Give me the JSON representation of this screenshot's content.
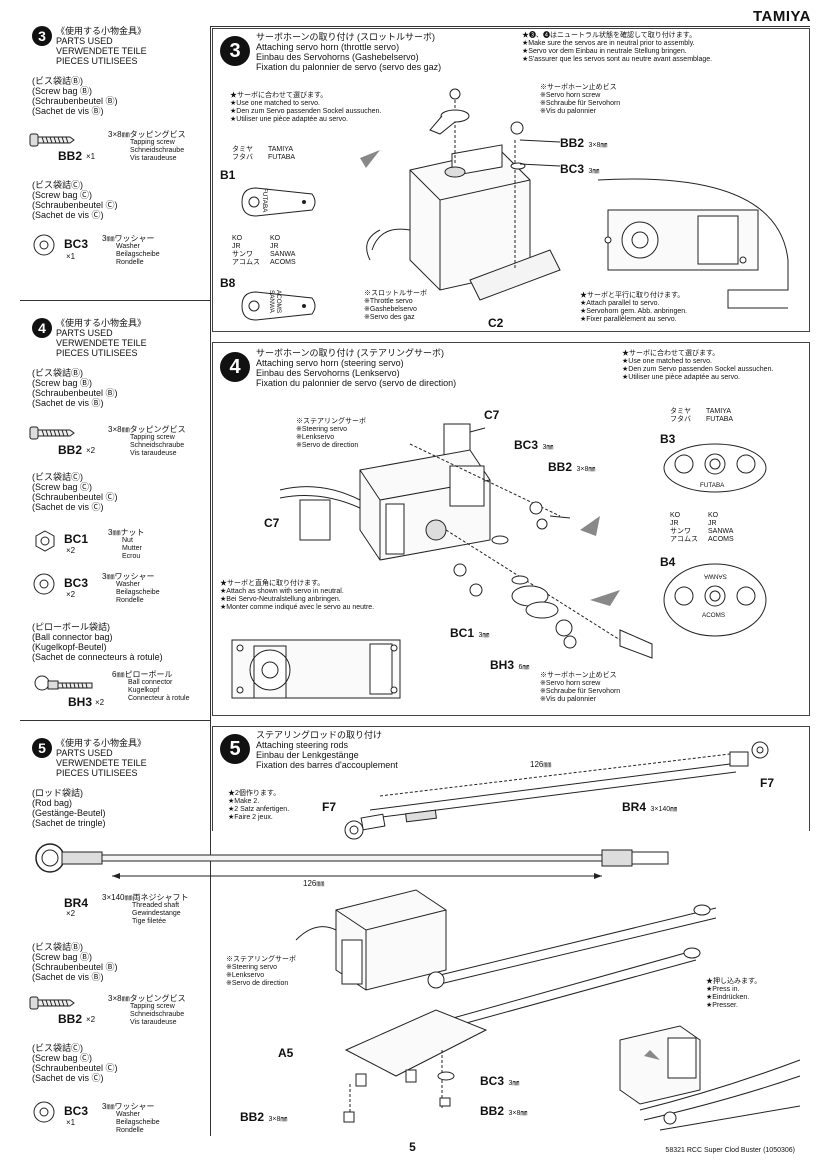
{
  "brand": "TAMIYA",
  "page_number": "5",
  "footer": "58321 RCC Super Clod Buster (1050306)",
  "left": {
    "s3": {
      "num": "3",
      "title_jp": "《使用する小物金具》",
      "titles": [
        "PARTS USED",
        "VERWENDETE TEILE",
        "PIECES UTILISEES"
      ],
      "bag1": [
        "(ビス袋詰Ⓑ)",
        "(Screw bag Ⓑ)",
        "(Schraubenbeutel Ⓑ)",
        "(Sachet de vis Ⓑ)"
      ],
      "p1": {
        "code": "BB2",
        "qty": "×1",
        "desc": [
          "3×8㎜タッピングビス",
          "Tapping screw",
          "Schneidschraube",
          "Vis taraudeuse"
        ]
      },
      "bag2": [
        "(ビス袋詰Ⓒ)",
        "(Screw bag Ⓒ)",
        "(Schraubenbeutel Ⓒ)",
        "(Sachet de vis Ⓒ)"
      ],
      "p2": {
        "code": "BC3",
        "qty": "×1",
        "desc": [
          "3㎜ワッシャー",
          "Washer",
          "Beilagscheibe",
          "Rondelle"
        ]
      }
    },
    "s4": {
      "num": "4",
      "title_jp": "《使用する小物金具》",
      "titles": [
        "PARTS USED",
        "VERWENDETE TEILE",
        "PIECES UTILISEES"
      ],
      "bag1": [
        "(ビス袋詰Ⓑ)",
        "(Screw bag Ⓑ)",
        "(Schraubenbeutel Ⓑ)",
        "(Sachet de vis Ⓑ)"
      ],
      "p1": {
        "code": "BB2",
        "qty": "×2",
        "desc": [
          "3×8㎜タッピングビス",
          "Tapping screw",
          "Schneidschraube",
          "Vis taraudeuse"
        ]
      },
      "bag2": [
        "(ビス袋詰Ⓒ)",
        "(Screw bag Ⓒ)",
        "(Schraubenbeutel Ⓒ)",
        "(Sachet de vis Ⓒ)"
      ],
      "p2": {
        "code": "BC1",
        "qty": "×2",
        "desc": [
          "3㎜ナット",
          "Nut",
          "Mutter",
          "Ecrou"
        ]
      },
      "p3": {
        "code": "BC3",
        "qty": "×2",
        "desc": [
          "3㎜ワッシャー",
          "Washer",
          "Beilagscheibe",
          "Rondelle"
        ]
      },
      "bag3": [
        "(ピローボール袋詰)",
        "(Ball connector bag)",
        "(Kugelkopf-Beutel)",
        "(Sachet de connecteurs à rotule)"
      ],
      "p4": {
        "code": "BH3",
        "qty": "×2",
        "desc": [
          "6㎜ピローボール",
          "Ball connector",
          "Kugelkopf",
          "Connecteur à rotule"
        ]
      }
    },
    "s5": {
      "num": "5",
      "title_jp": "《使用する小物金具》",
      "titles": [
        "PARTS USED",
        "VERWENDETE TEILE",
        "PIECES UTILISEES"
      ],
      "bag1": [
        "(ロッド袋詰)",
        "(Rod bag)",
        "(Gestänge-Beutel)",
        "(Sachet de tringle)"
      ],
      "rod_len": "126㎜",
      "p1": {
        "code": "BR4",
        "qty": "×2",
        "desc": [
          "3×140㎜両ネジシャフト",
          "Threaded shaft",
          "Gewindestange",
          "Tige filetée"
        ]
      },
      "bag2": [
        "(ビス袋詰Ⓑ)",
        "(Screw bag Ⓑ)",
        "(Schraubenbeutel Ⓑ)",
        "(Sachet de vis Ⓑ)"
      ],
      "p2": {
        "code": "BB2",
        "qty": "×2",
        "desc": [
          "3×8㎜タッピングビス",
          "Tapping screw",
          "Schneidschraube",
          "Vis taraudeuse"
        ]
      },
      "bag3": [
        "(ビス袋詰Ⓒ)",
        "(Screw bag Ⓒ)",
        "(Schraubenbeutel Ⓒ)",
        "(Sachet de vis Ⓒ)"
      ],
      "p3": {
        "code": "BC3",
        "qty": "×1",
        "desc": [
          "3㎜ワッシャー",
          "Washer",
          "Beilagscheibe",
          "Rondelle"
        ]
      }
    }
  },
  "step3": {
    "num": "3",
    "title": [
      "サーボホーンの取り付け (スロットルサーボ)",
      "Attaching servo horn (throttle servo)",
      "Einbau des Servohorns (Gashebelservo)",
      "Fixation du palonnier de servo (servo des gaz)"
    ],
    "note_right": [
      "★❸、❹はニュートラル状態を確認して取り付けます。",
      "★Make sure the servos are in neutral prior to assembly.",
      "★Servo vor dem Einbau in neutrale Stellung bringen.",
      "★S'assurer que les servos sont au neutre avant assemblage."
    ],
    "note_left": [
      "★サーボに合わせて選びます。",
      "★Use one matched to servo.",
      "★Den zum Servo passenden Sockel aussuchen.",
      "★Utiliser une pièce adaptée au servo."
    ],
    "brands": [
      [
        "タミヤ",
        "TAMIYA"
      ],
      [
        "フタバ",
        "FUTABA"
      ]
    ],
    "b1": "B1",
    "horn1_text": "FUTABA",
    "brands2": [
      [
        "KO",
        "KO"
      ],
      [
        "JR",
        "JR"
      ],
      [
        "サンワ",
        "SANWA"
      ],
      [
        "アコムス",
        "ACOMS"
      ]
    ],
    "b8": "B8",
    "horn2_text": "ACOMS SANWA",
    "screw_label": [
      "※サーボホーン止めビス",
      "※Servo horn screw",
      "※Schraube für Servohorn",
      "※Vis du palonnier"
    ],
    "bb2": "BB2",
    "bb2_size": "3×8㎜",
    "bc3": "BC3",
    "bc3_size": "3㎜",
    "servo_label": [
      "※スロットルサーボ",
      "※Throttle servo",
      "※Gashebelservo",
      "※Servo des gaz"
    ],
    "c2": "C2",
    "parallel_note": [
      "★サーボと平行に取り付けます。",
      "★Attach parallel to servo.",
      "★Servohorn gem. Abb. anbringen.",
      "★Fixer parallèlement au servo."
    ]
  },
  "step4": {
    "num": "4",
    "title": [
      "サーボホーンの取り付け (ステアリングサーボ)",
      "Attaching servo horn (steering servo)",
      "Einbau des Servohorns (Lenkservo)",
      "Fixation du palonnier de servo (servo de direction)"
    ],
    "note_right": [
      "★サーボに合わせて選びます。",
      "★Use one matched to servo.",
      "★Den zum Servo passenden Sockel aussuchen.",
      "★Utiliser une pièce adaptée au servo."
    ],
    "brands": [
      [
        "タミヤ",
        "TAMIYA"
      ],
      [
        "フタバ",
        "FUTABA"
      ]
    ],
    "b3": "B3",
    "horn1_text": "FUTABA",
    "brands2": [
      [
        "KO",
        "KO"
      ],
      [
        "JR",
        "JR"
      ],
      [
        "サンワ",
        "SANWA"
      ],
      [
        "アコムス",
        "ACOMS"
      ]
    ],
    "b4": "B4",
    "horn2_top": "SANWA",
    "horn2_bottom": "ACOMS",
    "servo_label": [
      "※ステアリングサーボ",
      "※Steering servo",
      "※Lenkservo",
      "※Servo de direction"
    ],
    "c7a": "C7",
    "c7b": "C7",
    "bc3": "BC3",
    "bc3_size": "3㎜",
    "bb2": "BB2",
    "bb2_size": "3×8㎜",
    "attach_note": [
      "★サーボと直角に取り付けます。",
      "★Attach as shown with servo in neutral.",
      "★Bei Servo-Neutralstellung anbringen.",
      "★Monter comme indiqué avec le servo au neutre."
    ],
    "bc1": "BC1",
    "bc1_size": "3㎜",
    "bh3": "BH3",
    "bh3_size": "6㎜",
    "screw_label": [
      "※サーボホーン止めビス",
      "※Servo horn screw",
      "※Schraube für Servohorn",
      "※Vis du palonnier"
    ]
  },
  "step5": {
    "num": "5",
    "title": [
      "ステアリングロッドの取り付け",
      "Attaching steering rods",
      "Einbau der Lenkgestänge",
      "Fixation des barres d'accouplement"
    ],
    "rod_len": "126㎜",
    "f7a": "F7",
    "f7b": "F7",
    "br4": "BR4",
    "br4_size": "3×140㎜",
    "make_note": [
      "★2個作ります。",
      "★Make 2.",
      "★2 Satz anfertigen.",
      "★Faire 2 jeux."
    ],
    "servo_label": [
      "※ステアリングサーボ",
      "※Steering servo",
      "※Lenkservo",
      "※Servo de direction"
    ],
    "press_note": [
      "★押し込みます。",
      "★Press in.",
      "★Eindrücken.",
      "★Presser."
    ],
    "a5": "A5",
    "bc3": "BC3",
    "bc3_size": "3㎜",
    "bb2a": "BB2",
    "bb2a_size": "3×8㎜",
    "bb2b": "BB2",
    "bb2b_size": "3×8㎜"
  }
}
